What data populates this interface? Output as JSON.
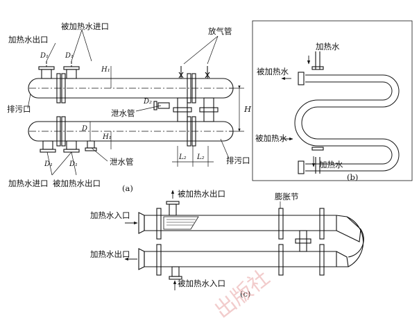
{
  "panel_a": {
    "caption": "(a)",
    "labels": {
      "heated_water_outlet": "被加热水出口",
      "heated_water_inlet_top": "被加热水进口",
      "heating_water_outlet": "加热水出口",
      "vent_pipe": "放气管",
      "drain_outlet_left": "排污口",
      "drain_pipe_mid": "泄水管",
      "drain_pipe_low": "泄水管",
      "drain_outlet_right": "排污口",
      "heating_water_inlet_bottom": "加热水进口",
      "heated_water_outlet_bottom": "被加热水出口"
    },
    "dims": {
      "d1_top_left": "D₁",
      "d1_top_right": "D₁",
      "h1_top": "H₁",
      "d2": "D₂",
      "h": "H",
      "d": "D",
      "h1_low": "H₁",
      "d1_low_left": "D₁",
      "d1_low_right": "D₁",
      "l2_left": "L₂",
      "l2_right": "L₂"
    }
  },
  "panel_b": {
    "caption": "(b)",
    "labels": {
      "heating_water_top": "加热水",
      "heated_water_top": "被加热水",
      "heated_water_bottom": "被加热水",
      "heating_water_bottom": "加热水"
    }
  },
  "panel_c": {
    "caption": "(c)",
    "labels": {
      "heated_water_outlet": "被加热水出口",
      "expansion_joint": "膨胀节",
      "heating_water_inlet": "加热水入口",
      "heating_water_outlet": "加热水出口",
      "heated_water_inlet": "被加热水入口"
    }
  },
  "watermark": "出版社"
}
